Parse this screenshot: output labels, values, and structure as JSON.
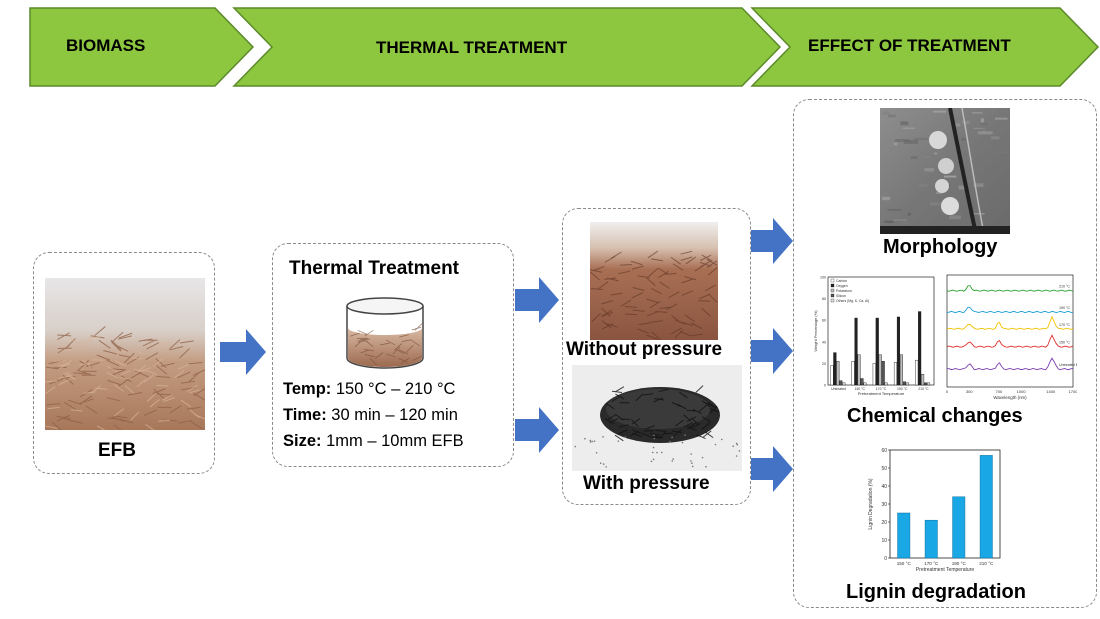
{
  "header": {
    "stage1": "BIOMASS",
    "stage2": "THERMAL TREATMENT",
    "stage3": "EFFECT OF TREATMENT"
  },
  "biomass": {
    "label": "EFB"
  },
  "treatment": {
    "title": "Thermal Treatment",
    "temp_label": "Temp:",
    "temp_value": " 150 °C – 210 °C",
    "time_label": "Time:",
    "time_value": " 30 min – 120 min",
    "size_label": "Size:",
    "size_value": " 1mm – 10mm EFB"
  },
  "conditions": {
    "without": "Without pressure",
    "with": "With pressure"
  },
  "effects": {
    "morphology": "Morphology",
    "chemical": "Chemical changes",
    "lignin": "Lignin degradation"
  },
  "colors": {
    "chevron_fill": "#8dc63f",
    "chevron_border": "#5c8a2a",
    "arrow": "#4472c4",
    "bar": "#1aa7e6"
  },
  "chart_data": [
    {
      "type": "bar",
      "title": "",
      "xlabel": "Pretreatment Temperature",
      "ylabel": "Lignin Degradation (%)",
      "categories": [
        "150 °C",
        "170 °C",
        "190 °C",
        "210 °C"
      ],
      "values": [
        25,
        21,
        34,
        57
      ],
      "ylim": [
        0,
        60
      ],
      "yticks": [
        0,
        10,
        20,
        30,
        40,
        50,
        60
      ],
      "grid": false
    },
    {
      "type": "bar",
      "title": "",
      "xlabel": "Pretreatment Temperature",
      "ylabel": "Weight Percentage (%)",
      "categories": [
        "Untreated",
        "150 °C",
        "170 °C",
        "190 °C",
        "210 °C"
      ],
      "series": [
        {
          "name": "Carbon",
          "values": [
            18,
            22,
            20,
            21,
            23
          ]
        },
        {
          "name": "Oxygen",
          "values": [
            30,
            62,
            62,
            63,
            68
          ]
        },
        {
          "name": "Potassium",
          "values": [
            22,
            28,
            28,
            28,
            10
          ]
        },
        {
          "name": "Silicon",
          "values": [
            4,
            6,
            22,
            3,
            2
          ]
        },
        {
          "name": "Others (Mg, K, Ca, Al)",
          "values": [
            2,
            2,
            2,
            2,
            2
          ]
        }
      ],
      "ylim": [
        0,
        100
      ],
      "yticks": [
        0,
        20,
        40,
        60,
        80,
        100
      ],
      "legend": "top-left"
    },
    {
      "type": "line",
      "title": "",
      "xlabel": "Wavelength (nm)",
      "ylabel": "",
      "xlim": [
        0,
        1700
      ],
      "xticks": [
        0,
        300,
        700,
        1000,
        1400,
        1700
      ],
      "series": [
        {
          "name": "210 °C",
          "color": "#2ca02c",
          "offset": 0.86
        },
        {
          "name": "190 °C",
          "color": "#1f9fd8",
          "offset": 0.67
        },
        {
          "name": "170 °C",
          "color": "#f2c200",
          "offset": 0.52
        },
        {
          "name": "150 °C",
          "color": "#e03030",
          "offset": 0.36
        },
        {
          "name": "Untreated EFB",
          "color": "#7b3fb0",
          "offset": 0.16
        }
      ]
    }
  ]
}
